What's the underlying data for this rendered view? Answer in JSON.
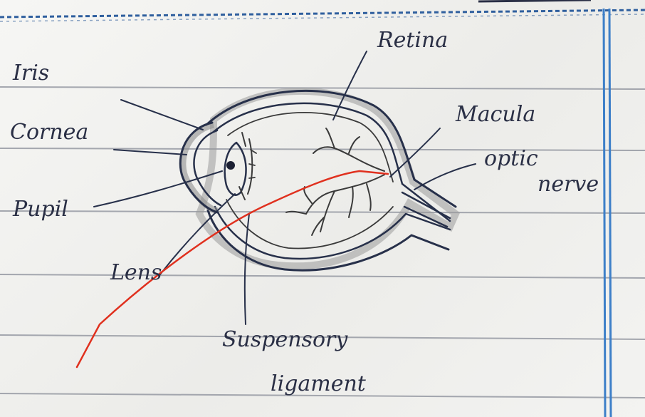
{
  "labels": {
    "iris": "Iris",
    "cornea": "Cornea",
    "pupil": "Pupil",
    "lens": "Lens",
    "retina": "Retina",
    "macula": "Macula",
    "optic": "optic",
    "nerve": "nerve",
    "suspensory": "Suspensory",
    "ligament": "ligament"
  },
  "colors": {
    "paper": "#f1f1ef",
    "rule_line": "#8a8e99",
    "margin_line": "#3d7fc8",
    "ink": "#27304a",
    "pencil": "#3a3a3a",
    "shading": "#9a9a9a",
    "correction": "#e0301e"
  }
}
